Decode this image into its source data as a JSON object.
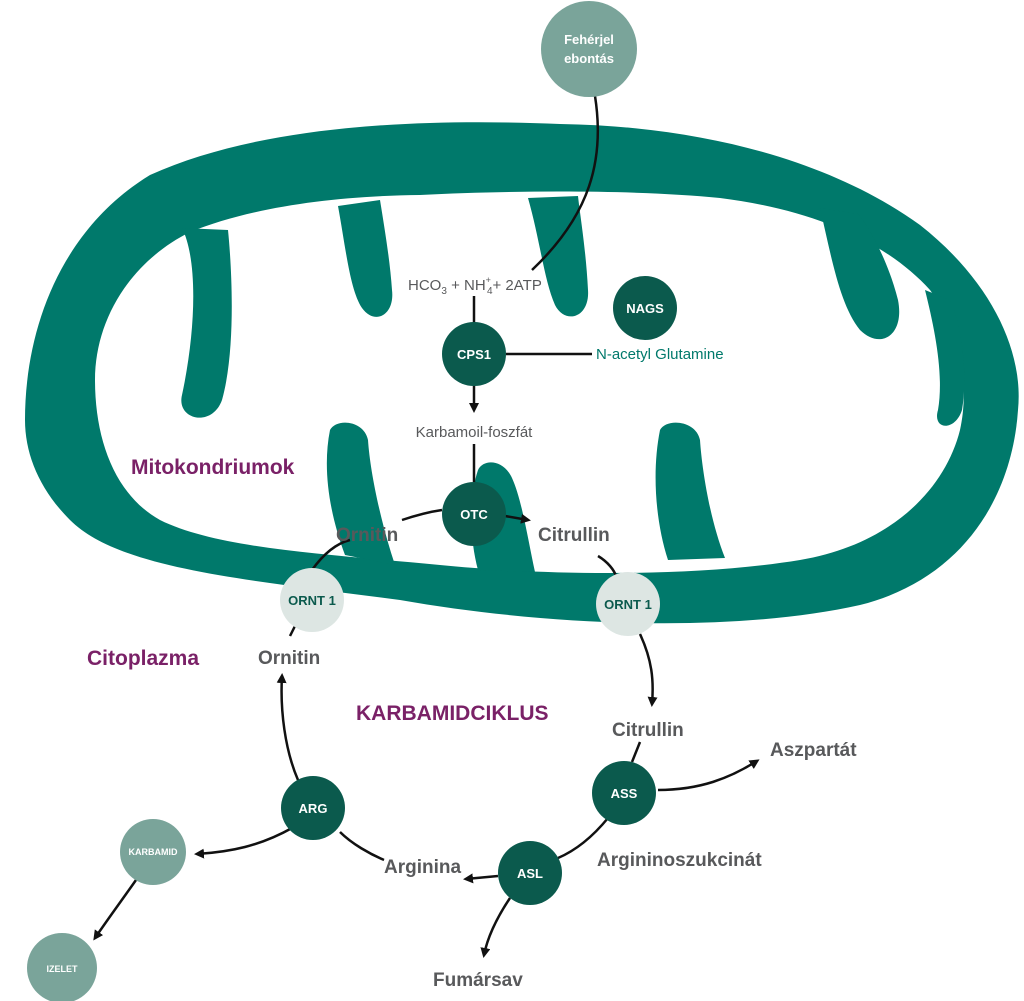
{
  "colors": {
    "mito": "#00796b",
    "node_dark": "#0b5a4d",
    "node_light": "#7aa49a",
    "transporter": "#dde6e3",
    "purple": "#7a2167",
    "text_gray": "#58595b"
  },
  "regions": {
    "mitochondria": "Mitokondriumok",
    "cytoplasm": "Citoplazma",
    "cycle_title": "KARBAMIDCIKLUS"
  },
  "nodes": {
    "protein": {
      "line1": "Fehérjel",
      "line2": "ebontás"
    },
    "nags": "NAGS",
    "cps1": "CPS1",
    "otc": "OTC",
    "ornt1_left": "ORNT 1",
    "ornt1_right": "ORNT 1",
    "ass": "ASS",
    "asl": "ASL",
    "arg": "ARG",
    "urea": "KARBAMID",
    "izelet": "IZELET"
  },
  "substrates": {
    "hco3_a": "HCO",
    "hco3_sub": "3",
    "hco3_b": " + NH",
    "nh4_sup": "+",
    "nh4_sub": "4",
    "hco3_c": "+ 2ATP",
    "nag": "N-acetyl Glutamine",
    "carbamoyl": "Karbamoil-foszfát",
    "ornitin_in": "Ornitin",
    "citrullin_in": "Citrullin",
    "ornitin_out": "Ornitin",
    "citrullin_out": "Citrullin",
    "aszpartat": "Aszpartát",
    "argininosz": "Argininoszukcinát",
    "arginina": "Arginina",
    "fumarsav": "Fumársav"
  }
}
